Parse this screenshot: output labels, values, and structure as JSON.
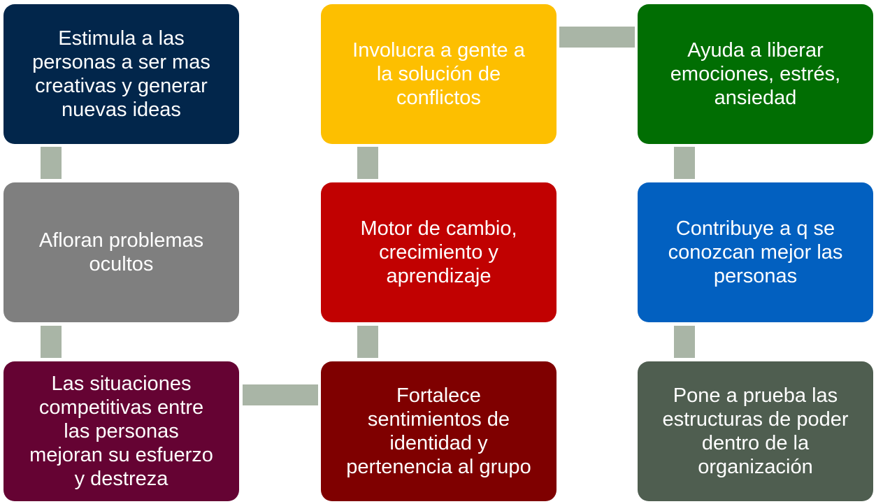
{
  "diagram": {
    "boxes": [
      {
        "id": "b1",
        "text": "Estimula a las\npersonas a ser mas\ncreativas y generar\nnuevas ideas",
        "color": "#02264b"
      },
      {
        "id": "b2",
        "text": "Afloran problemas\nocultos",
        "color": "#7f7f7f"
      },
      {
        "id": "b3",
        "text": "Las situaciones\ncompetitivas entre\nlas personas\nmejoran su esfuerzo\ny destreza",
        "color": "#650333"
      },
      {
        "id": "b4",
        "text": "Involucra a gente a\nla solución de\nconflictos",
        "color": "#fdbf00"
      },
      {
        "id": "b5",
        "text": "Motor de cambio,\ncrecimiento y\naprendizaje",
        "color": "#c10101"
      },
      {
        "id": "b6",
        "text": "Fortalece\nsentimientos de\nidentidad y\npertenencia al grupo",
        "color": "#7f0000"
      },
      {
        "id": "b7",
        "text": "Ayuda a liberar\nemociones, estrés,\nansiedad",
        "color": "#016e03"
      },
      {
        "id": "b8",
        "text": "Contribuye a q se\nconozcan mejor las\npersonas",
        "color": "#0260c0"
      },
      {
        "id": "b9",
        "text": "Pone a prueba las\nestructuras de poder\ndentro de la\norganización",
        "color": "#4f5e50"
      }
    ],
    "connector_color": "#a9b5a6"
  }
}
